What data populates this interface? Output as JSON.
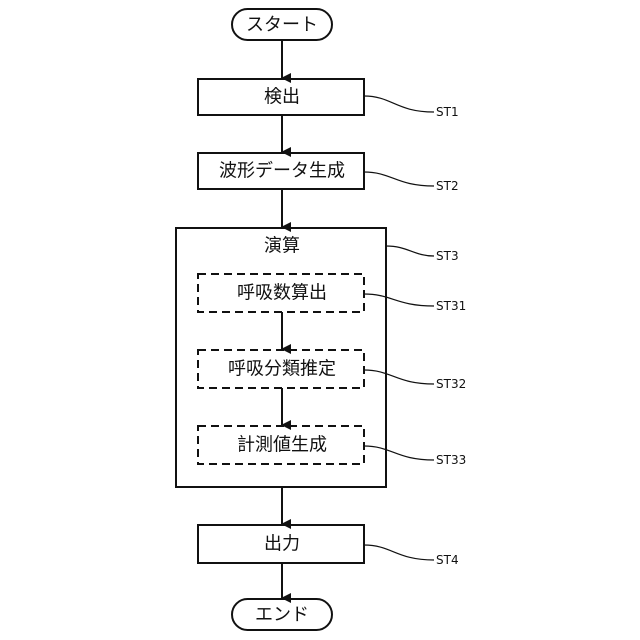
{
  "flow": {
    "start": "スタート",
    "detect": "検出",
    "waveform": "波形データ生成",
    "compute": "演算",
    "resp_count": "呼吸数算出",
    "resp_class": "呼吸分類推定",
    "measure": "計測値生成",
    "output": "出力",
    "end": "エンド"
  },
  "refs": {
    "st1": "ST1",
    "st2": "ST2",
    "st3": "ST3",
    "st31": "ST31",
    "st32": "ST32",
    "st33": "ST33",
    "st4": "ST4"
  }
}
